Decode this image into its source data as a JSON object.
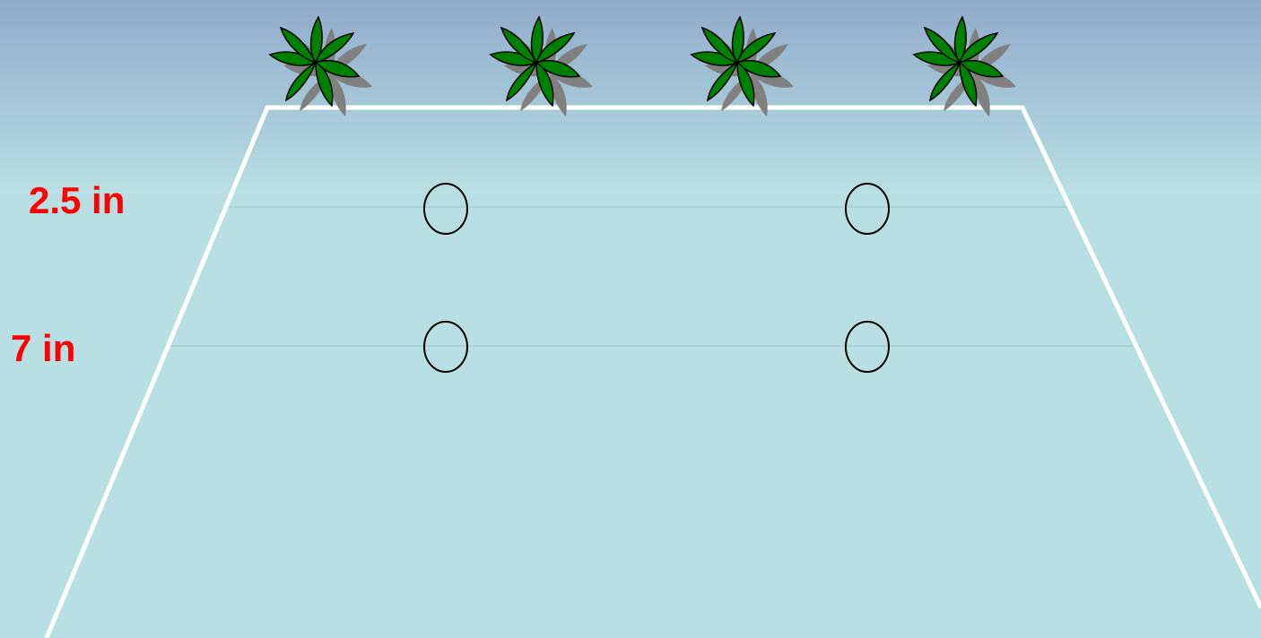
{
  "labels": {
    "row1": "2.5 in",
    "row2": "7 in"
  },
  "colors": {
    "label": "#ff0000",
    "sky_top": "#8fabcb",
    "water": "#b8dfe3",
    "outline": "#ffffff",
    "leaf": "#008000",
    "leaf_shadow": "#808080",
    "hole_stroke": "#000000"
  },
  "icons": {
    "plant": "palm-plant-icon",
    "hole": "planting-hole-circle"
  },
  "rows": [
    {
      "label_ref": "row1",
      "holes": 2
    },
    {
      "label_ref": "row2",
      "holes": 2
    }
  ],
  "plants_count": 4
}
